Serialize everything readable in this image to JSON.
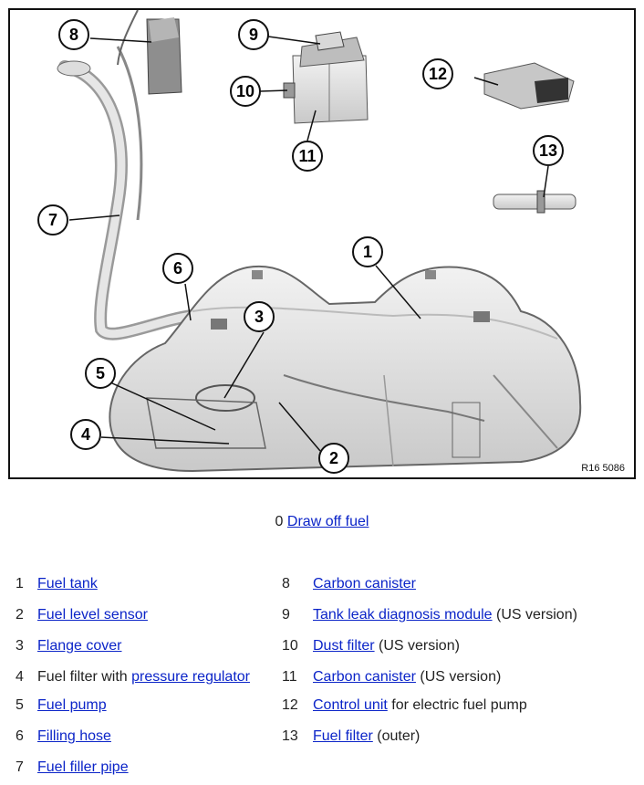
{
  "figure": {
    "reference": "R16 5086",
    "callouts": [
      "1",
      "2",
      "3",
      "4",
      "5",
      "6",
      "7",
      "8",
      "9",
      "10",
      "11",
      "12",
      "13"
    ]
  },
  "draw_off": {
    "num": "0",
    "link": "Draw off fuel"
  },
  "legend_left": [
    {
      "num": "1",
      "pre": "",
      "link": "Fuel tank",
      "suffix": ""
    },
    {
      "num": "2",
      "pre": "",
      "link": "Fuel level sensor",
      "suffix": ""
    },
    {
      "num": "3",
      "pre": "",
      "link": "Flange cover",
      "suffix": ""
    },
    {
      "num": "4",
      "pre": "Fuel filter with ",
      "link": "pressure regulator",
      "suffix": ""
    },
    {
      "num": "5",
      "pre": "",
      "link": "Fuel pump",
      "suffix": ""
    },
    {
      "num": "6",
      "pre": "",
      "link": "Filling hose",
      "suffix": ""
    },
    {
      "num": "7",
      "pre": "",
      "link": "Fuel filler pipe",
      "suffix": ""
    }
  ],
  "legend_right": [
    {
      "num": "8",
      "pre": "",
      "link": "Carbon canister",
      "suffix": ""
    },
    {
      "num": "9",
      "pre": "",
      "link": "Tank leak diagnosis module",
      "suffix": " (US version)"
    },
    {
      "num": "10",
      "pre": "",
      "link": "Dust filter",
      "suffix": " (US version)"
    },
    {
      "num": "11",
      "pre": "",
      "link": "Carbon canister",
      "suffix": " (US version)"
    },
    {
      "num": "12",
      "pre": "",
      "link": "Control unit",
      "suffix": " for electric fuel pump"
    },
    {
      "num": "13",
      "pre": "",
      "link": "Fuel filter",
      "suffix": " (outer)"
    }
  ]
}
